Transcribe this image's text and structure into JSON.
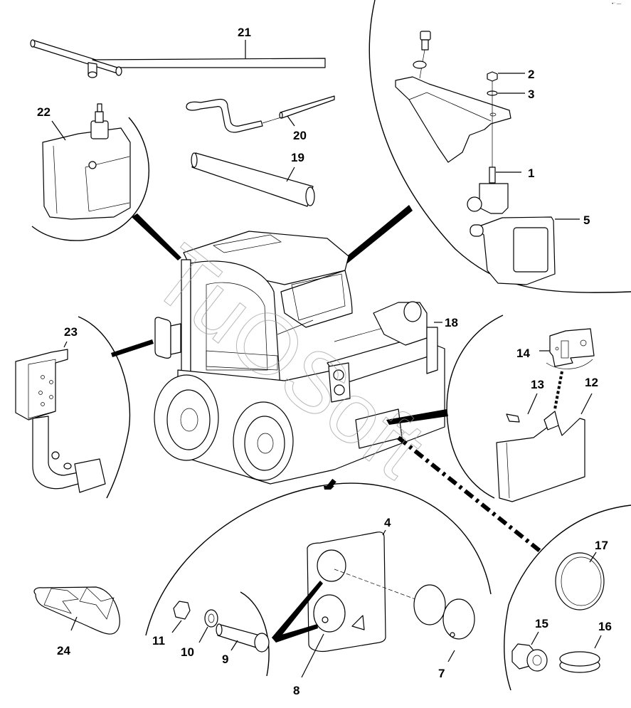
{
  "diagram": {
    "type": "exploded-parts-diagram",
    "subject": "Skid steer loader lighting components",
    "corner_mark": "•⁻ —",
    "watermark": "TuOSoft",
    "callouts": [
      {
        "id": "1",
        "label": "1",
        "part": "stud / mounting pin"
      },
      {
        "id": "2",
        "label": "2",
        "part": "nut"
      },
      {
        "id": "3",
        "label": "3",
        "part": "washer"
      },
      {
        "id": "4",
        "label": "4",
        "part": "tail light housing"
      },
      {
        "id": "5",
        "label": "5",
        "part": "work light"
      },
      {
        "id": "7",
        "label": "7",
        "part": "lamp lens"
      },
      {
        "id": "8",
        "label": "8",
        "part": "lamp lens"
      },
      {
        "id": "9",
        "label": "9",
        "part": "bolt"
      },
      {
        "id": "10",
        "label": "10",
        "part": "washer"
      },
      {
        "id": "11",
        "label": "11",
        "part": "nut"
      },
      {
        "id": "12",
        "label": "12",
        "part": "license plate bracket"
      },
      {
        "id": "13",
        "label": "13",
        "part": "license plate lamp"
      },
      {
        "id": "14",
        "label": "14",
        "part": "lamp bracket"
      },
      {
        "id": "15",
        "label": "15",
        "part": "grommet"
      },
      {
        "id": "16",
        "label": "16",
        "part": "plug"
      },
      {
        "id": "17",
        "label": "17",
        "part": "reflector"
      },
      {
        "id": "18",
        "label": "18",
        "part": "lift arm light"
      },
      {
        "id": "19",
        "label": "19",
        "part": "tube"
      },
      {
        "id": "20",
        "label": "20",
        "part": "hose"
      },
      {
        "id": "21",
        "label": "21",
        "part": "tee tube"
      },
      {
        "id": "22",
        "label": "22",
        "part": "beacon light"
      },
      {
        "id": "23",
        "label": "23",
        "part": "mirror bracket"
      },
      {
        "id": "24",
        "label": "24",
        "part": "reflective decal"
      }
    ]
  }
}
